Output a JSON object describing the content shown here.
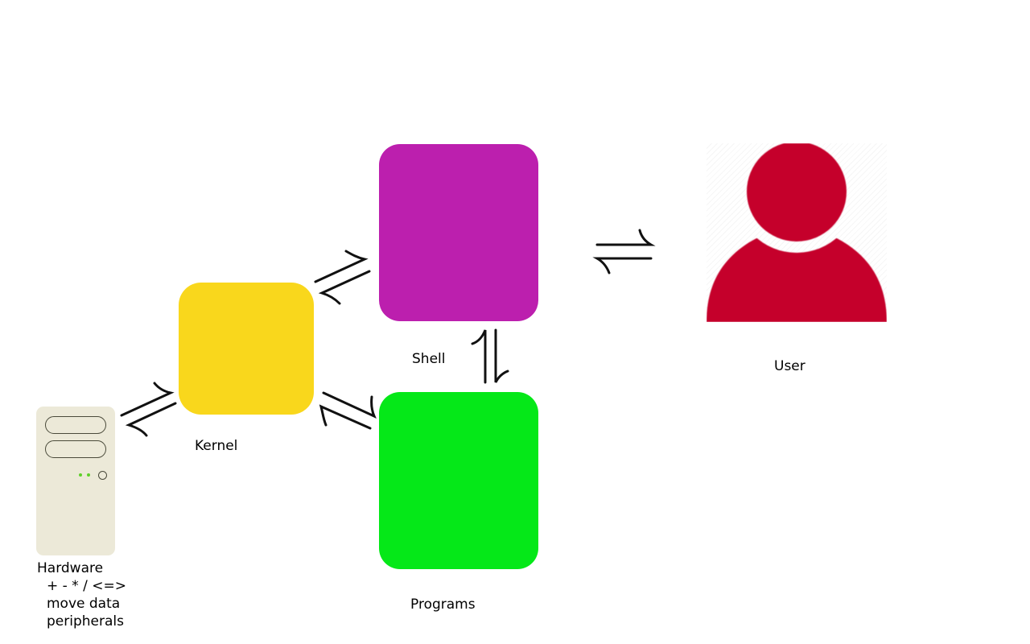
{
  "diagram": {
    "type": "system-layers",
    "colors": {
      "kernel": "#f9d71c",
      "shell": "#bc1fae",
      "programs": "#05e818",
      "user": "#c5002b",
      "hardware_case": "#ece9d8",
      "hardware_led": "#5fd02a",
      "background": "#ffffff"
    },
    "nodes": {
      "hardware": {
        "title": "Hardware",
        "details": [
          "+ - * / <=>",
          "move data",
          "peripherals"
        ],
        "icon": "server-icon"
      },
      "kernel": {
        "label": "Kernel"
      },
      "shell": {
        "label": "Shell"
      },
      "programs": {
        "label": "Programs"
      },
      "user": {
        "label": "User",
        "icon": "user-icon"
      }
    },
    "edges": [
      {
        "from": "hardware",
        "to": "kernel",
        "symbol": "⇌",
        "meaning": "bidirectional"
      },
      {
        "from": "kernel",
        "to": "shell",
        "symbol": "⇌",
        "meaning": "bidirectional"
      },
      {
        "from": "kernel",
        "to": "programs",
        "symbol": "⇌",
        "meaning": "bidirectional"
      },
      {
        "from": "shell",
        "to": "programs",
        "symbol": "⇅",
        "meaning": "bidirectional"
      },
      {
        "from": "shell",
        "to": "user",
        "symbol": "⇌",
        "meaning": "bidirectional"
      }
    ]
  }
}
